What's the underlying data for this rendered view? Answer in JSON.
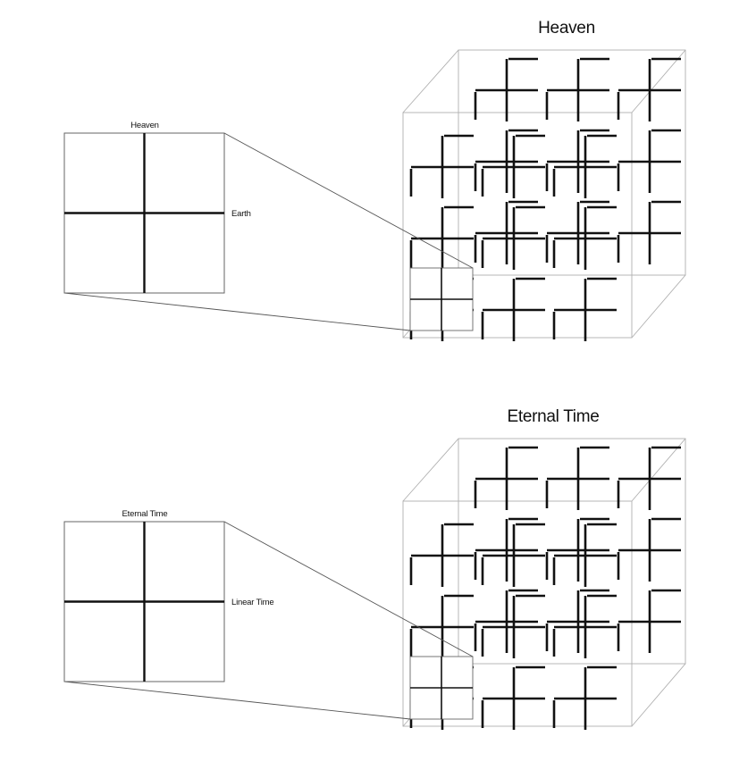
{
  "panels": [
    {
      "id": "heaven",
      "cube_title": "Heaven",
      "square_top_label": "Heaven",
      "square_side_label": "Earth"
    },
    {
      "id": "eternal-time",
      "cube_title": "Eternal Time",
      "square_top_label": "Eternal Time",
      "square_side_label": "Linear Time"
    }
  ],
  "colors": {
    "cross": "#111111",
    "cube_edges": "#b0b0b0",
    "callout_lines": "#555555",
    "square_frame": "#666666",
    "background": "#ffffff"
  }
}
